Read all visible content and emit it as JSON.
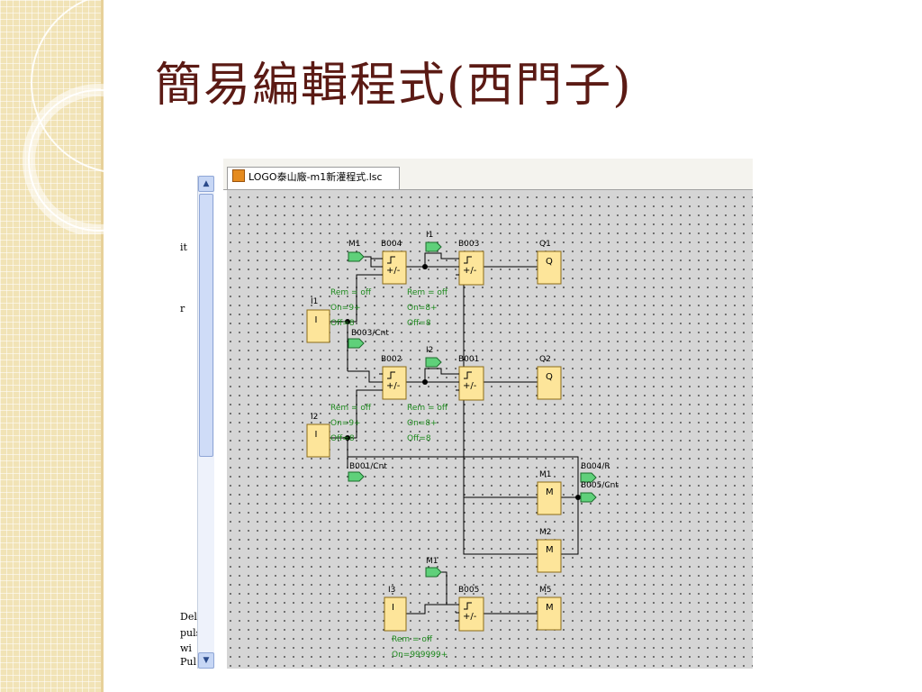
{
  "slide": {
    "title": "簡易編輯程式(西門子)"
  },
  "editor": {
    "tab_label": "LOGO泰山廠-m1新灌程式.lsc",
    "left_pane_texts": [
      "it",
      "r",
      "Dela",
      "puls",
      "wi",
      "Pul"
    ]
  },
  "diagram": {
    "blocks": [
      {
        "id": "i1",
        "label": "I1",
        "symbol": "I",
        "kind": "io"
      },
      {
        "id": "b004",
        "label": "B004",
        "symbol": "+/-",
        "kind": "counter"
      },
      {
        "id": "b003",
        "label": "B003",
        "symbol": "+/-",
        "kind": "counter"
      },
      {
        "id": "q1",
        "label": "Q1",
        "symbol": "Q",
        "kind": "io"
      },
      {
        "id": "i2",
        "label": "I2",
        "symbol": "I",
        "kind": "io"
      },
      {
        "id": "b002",
        "label": "B002",
        "symbol": "+/-",
        "kind": "counter"
      },
      {
        "id": "b001",
        "label": "B001",
        "symbol": "+/-",
        "kind": "counter"
      },
      {
        "id": "q2",
        "label": "Q2",
        "symbol": "Q",
        "kind": "io"
      },
      {
        "id": "m1",
        "label": "M1",
        "symbol": "M",
        "kind": "io"
      },
      {
        "id": "m2",
        "label": "M2",
        "symbol": "M",
        "kind": "io"
      },
      {
        "id": "i3",
        "label": "I3",
        "symbol": "I",
        "kind": "io"
      },
      {
        "id": "b005",
        "label": "B005",
        "symbol": "+/-",
        "kind": "counter"
      },
      {
        "id": "m5",
        "label": "M5",
        "symbol": "M",
        "kind": "io"
      }
    ],
    "connectors": [
      {
        "id": "c-m1-top",
        "label": "M1"
      },
      {
        "id": "c-i1",
        "label": "I1"
      },
      {
        "id": "c-b003cnt",
        "label": "B003/Cnt"
      },
      {
        "id": "c-i2",
        "label": "I2"
      },
      {
        "id": "c-b001cnt",
        "label": "B001/Cnt"
      },
      {
        "id": "c-b004r",
        "label": "B004/R"
      },
      {
        "id": "c-b005cnt",
        "label": "B005/Cnt"
      },
      {
        "id": "c-m1-bottom",
        "label": "M1"
      }
    ],
    "params": {
      "b004": [
        "Rem = off",
        "On=9+",
        "Off=8"
      ],
      "b003": [
        "Rem = off",
        "On=8+",
        "Off=8"
      ],
      "b002": [
        "Rem = off",
        "On=9+",
        "Off=8"
      ],
      "b001": [
        "Rem = off",
        "On=8+",
        "Off=8"
      ],
      "b005": [
        "Rem = off",
        "On=999999+"
      ]
    },
    "colors": {
      "block_fill": "#fde59a",
      "block_stroke": "#8b6a16",
      "connector_fill": "#5fd07a",
      "param_text": "#1e8a1e"
    }
  }
}
